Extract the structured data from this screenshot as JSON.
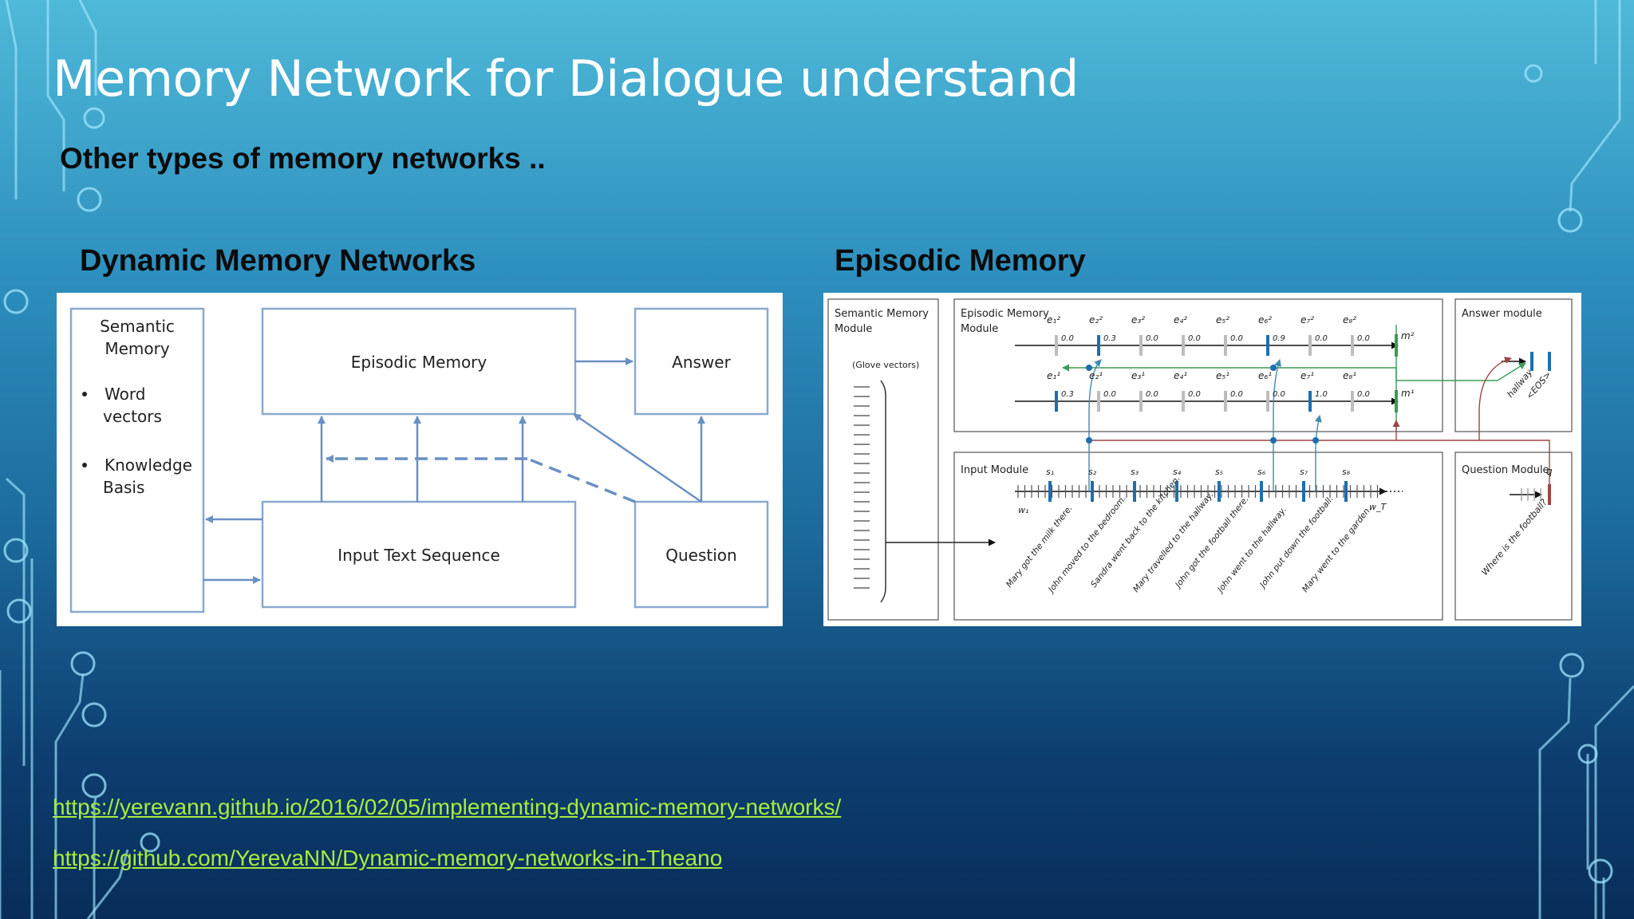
{
  "slide": {
    "title": "Memory Network for Dialogue understand",
    "subtitle": "Other types of memory networks ..",
    "heading_left": "Dynamic Memory Networks",
    "heading_right": "Episodic Memory"
  },
  "dmn_diagram": {
    "semantic_title_1": "Semantic",
    "semantic_title_2": "Memory",
    "bullet1_line1": "Word",
    "bullet1_line2": "vectors",
    "bullet2_line1": "Knowledge",
    "bullet2_line2": "Basis",
    "episodic_label": "Episodic Memory",
    "answer_label": "Answer",
    "input_label": "Input Text Sequence",
    "question_label": "Question"
  },
  "episodic_figure": {
    "semantic_label_1": "Semantic Memory",
    "semantic_label_2": "Module",
    "glove_label": "(Glove vectors)",
    "episodic_label_1": "Episodic Memory",
    "episodic_label_2": "Module",
    "answer_label": "Answer module",
    "input_label": "Input Module",
    "question_label": "Question Module",
    "m2_label": "m²",
    "m1_label": "m¹",
    "q_label": "q",
    "w1_label": "w₁",
    "wt_label": "w_T",
    "episode2": [
      {
        "label": "e₁²",
        "value": "0.0"
      },
      {
        "label": "e₂²",
        "value": "0.3"
      },
      {
        "label": "e₃²",
        "value": "0.0"
      },
      {
        "label": "e₄²",
        "value": "0.0"
      },
      {
        "label": "e₅²",
        "value": "0.0"
      },
      {
        "label": "e₆²",
        "value": "0.9"
      },
      {
        "label": "e₇²",
        "value": "0.0"
      },
      {
        "label": "e₈²",
        "value": "0.0"
      }
    ],
    "episode1": [
      {
        "label": "e₁¹",
        "value": "0.3"
      },
      {
        "label": "e₂¹",
        "value": "0.0"
      },
      {
        "label": "e₃¹",
        "value": "0.0"
      },
      {
        "label": "e₄¹",
        "value": "0.0"
      },
      {
        "label": "e₅¹",
        "value": "0.0"
      },
      {
        "label": "e₆¹",
        "value": "0.0"
      },
      {
        "label": "e₇¹",
        "value": "1.0"
      },
      {
        "label": "e₈¹",
        "value": "0.0"
      }
    ],
    "sentence_labels": [
      "s₁",
      "s₂",
      "s₃",
      "s₄",
      "s₅",
      "s₆",
      "s₇",
      "s₈"
    ],
    "sentences": [
      "Mary got the milk there.",
      "John moved to the bedroom.",
      "Sandra went back to the kitchen.",
      "Mary travelled to the hallway.",
      "John got the football there.",
      "John went to the hallway.",
      "John put down the football.",
      "Mary went to the garden."
    ],
    "question": "Where is the football?",
    "answer_tokens": [
      "hallway",
      "<EOS>"
    ]
  },
  "links": [
    "https://yerevann.github.io/2016/02/05/implementing-dynamic-memory-networks/",
    "https://github.com/YerevaNN/Dynamic-memory-networks-in-Theano"
  ],
  "colors": {
    "box_border": "#8aa9cf",
    "arrow": "#6a90c4",
    "episode_blue": "#1d6fae",
    "gate_green": "#3b9b57",
    "question_red": "#9e4444",
    "link_green": "#a8ec3c"
  }
}
